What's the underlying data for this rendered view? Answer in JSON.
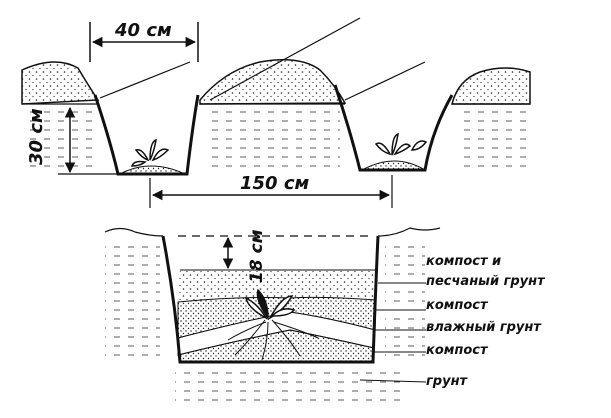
{
  "dimensions": {
    "width_top": "40 см",
    "depth_top": "30 см",
    "spacing": "150 см",
    "depth_bottom": "18 см"
  },
  "layers": [
    {
      "id": "compost_sand",
      "label": "компост и\nпесчаный грунт"
    },
    {
      "id": "compost_1",
      "label": "компост"
    },
    {
      "id": "wet_soil",
      "label": "влажный грунт"
    },
    {
      "id": "compost_2",
      "label": "компост"
    },
    {
      "id": "soil",
      "label": "грунт"
    }
  ]
}
